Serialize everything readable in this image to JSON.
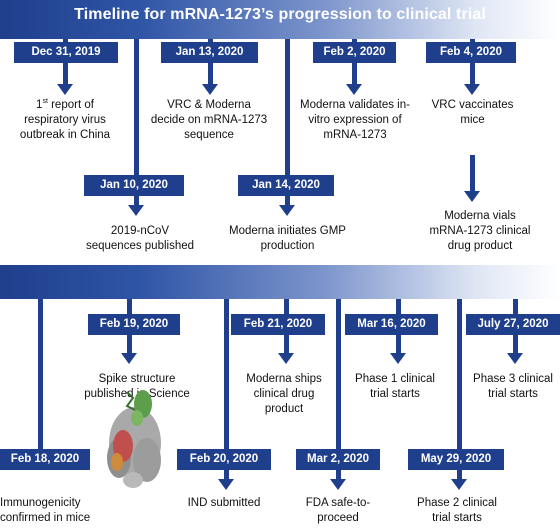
{
  "title": "Timeline for mRNA-1273’s progression to clinical trial",
  "events": {
    "dec31": {
      "date": "Dec 31, 2019",
      "text_sup": "st",
      "text_prefix": "1",
      "text_rest": " report of",
      "text_l2": "respiratory virus",
      "text_l3": "outbreak in China"
    },
    "jan10": {
      "date": "Jan 10, 2020",
      "l1": "2019-nCoV",
      "l2": "sequences published"
    },
    "jan13": {
      "date": "Jan 13, 2020",
      "l1": "VRC & Moderna",
      "l2": "decide on mRNA-1273",
      "l3": "sequence"
    },
    "jan14": {
      "date": "Jan 14, 2020",
      "l1": "Moderna initiates GMP",
      "l2": "production"
    },
    "feb2": {
      "date": "Feb 2, 2020",
      "l1": "Moderna validates in-",
      "l2": "vitro expression of",
      "l3": "mRNA-1273"
    },
    "feb4": {
      "date": "Feb 4, 2020",
      "l1": "VRC vaccinates",
      "l2": "mice"
    },
    "vials": {
      "l1": "Moderna vials",
      "l2": "mRNA-1273 clinical",
      "l3": "drug product"
    },
    "feb18": {
      "date": "Feb 18, 2020",
      "l1": "Immunogenicity",
      "l2": "confirmed in mice"
    },
    "feb19": {
      "date": "Feb 19, 2020",
      "l1": "Spike structure",
      "l2": "published in Science"
    },
    "feb20": {
      "date": "Feb 20, 2020",
      "l1": "IND submitted"
    },
    "feb21": {
      "date": "Feb 21, 2020",
      "l1": "Moderna ships",
      "l2": "clinical drug",
      "l3": "product"
    },
    "mar2": {
      "date": "Mar 2, 2020",
      "l1": "FDA safe-to-",
      "l2": "proceed"
    },
    "mar16": {
      "date": "Mar 16, 2020",
      "l1": "Phase 1 clinical",
      "l2": "trial starts"
    },
    "may29": {
      "date": "May 29, 2020",
      "l1": "Phase 2 clinical",
      "l2": "trial starts"
    },
    "jul27": {
      "date": "July 27, 2020",
      "l1": "Phase 3 clinical",
      "l2": "trial starts"
    }
  },
  "colors": {
    "primary": "#1f3f8c",
    "band_end": "#ffffff",
    "text": "#111111"
  },
  "icons": {
    "protein": "spike-protein-structure-image"
  }
}
